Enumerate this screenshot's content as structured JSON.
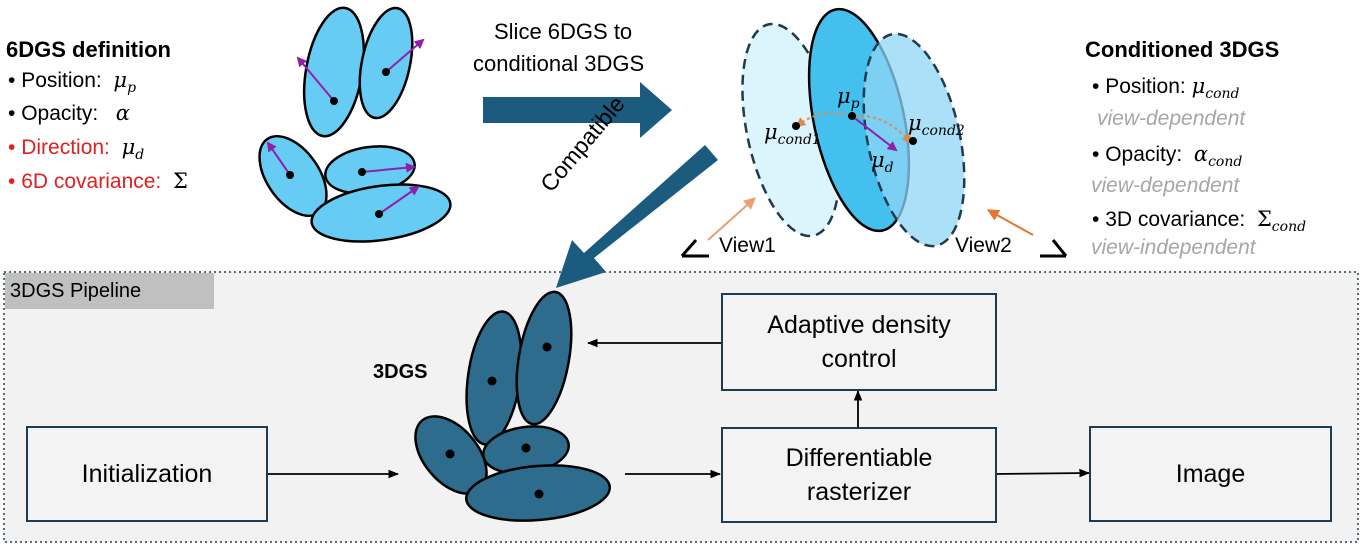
{
  "definition_6dgs": {
    "title": "6DGS definition",
    "items": [
      {
        "label": "Position:",
        "symbol": "μ",
        "sub": "p",
        "color": "#000000"
      },
      {
        "label": "Opacity:",
        "symbol": "α",
        "sub": "",
        "color": "#000000"
      },
      {
        "label": "Direction:",
        "symbol": "μ",
        "sub": "d",
        "color": "#e02020"
      },
      {
        "label": "6D covariance:",
        "symbol": "Σ",
        "sub": "",
        "color": "#e02020"
      }
    ]
  },
  "slice_arrow_label": [
    "Slice 6DGS to",
    "conditional 3DGS"
  ],
  "compatible_label": "Compatible",
  "conditioned_3dgs": {
    "title": "Conditioned 3DGS",
    "items": [
      {
        "label": "Position:",
        "symbol": "μ",
        "sub": "cond",
        "note": "view-dependent"
      },
      {
        "label": "Opacity:",
        "symbol": "α",
        "sub": "cond",
        "note": "view-dependent"
      },
      {
        "label": "3D covariance:",
        "symbol": "Σ",
        "sub": "cond",
        "note": "view-independent"
      }
    ]
  },
  "slice_labels": {
    "mu_p": {
      "symbol": "μ",
      "sub": "p"
    },
    "mu_d": {
      "symbol": "μ",
      "sub": "d"
    },
    "mu_cond1": {
      "symbol": "μ",
      "sub": "cond1"
    },
    "mu_cond2": {
      "symbol": "μ",
      "sub": "cond2"
    },
    "view1": "View1",
    "view2": "View2"
  },
  "pipeline": {
    "title": "3DGS Pipeline",
    "gs_label": "3DGS",
    "initialization": "Initialization",
    "adaptive": [
      "Adaptive density",
      "control"
    ],
    "rasterizer": [
      "Differentiable",
      "rasterizer"
    ],
    "image": "Image"
  },
  "colors": {
    "light_gaussian": "#66ccf3",
    "dark_gaussian": "#2d6c8c",
    "big_arrow": "#1a5b7e",
    "direction_arrow": "#9020a8",
    "view_arrow": "#e8a070",
    "red_text": "#e02020",
    "gray_note": "#a6a6a6",
    "pipeline_bg": "#f2f2f2",
    "pipeline_title_bg": "#c0c0c0"
  }
}
